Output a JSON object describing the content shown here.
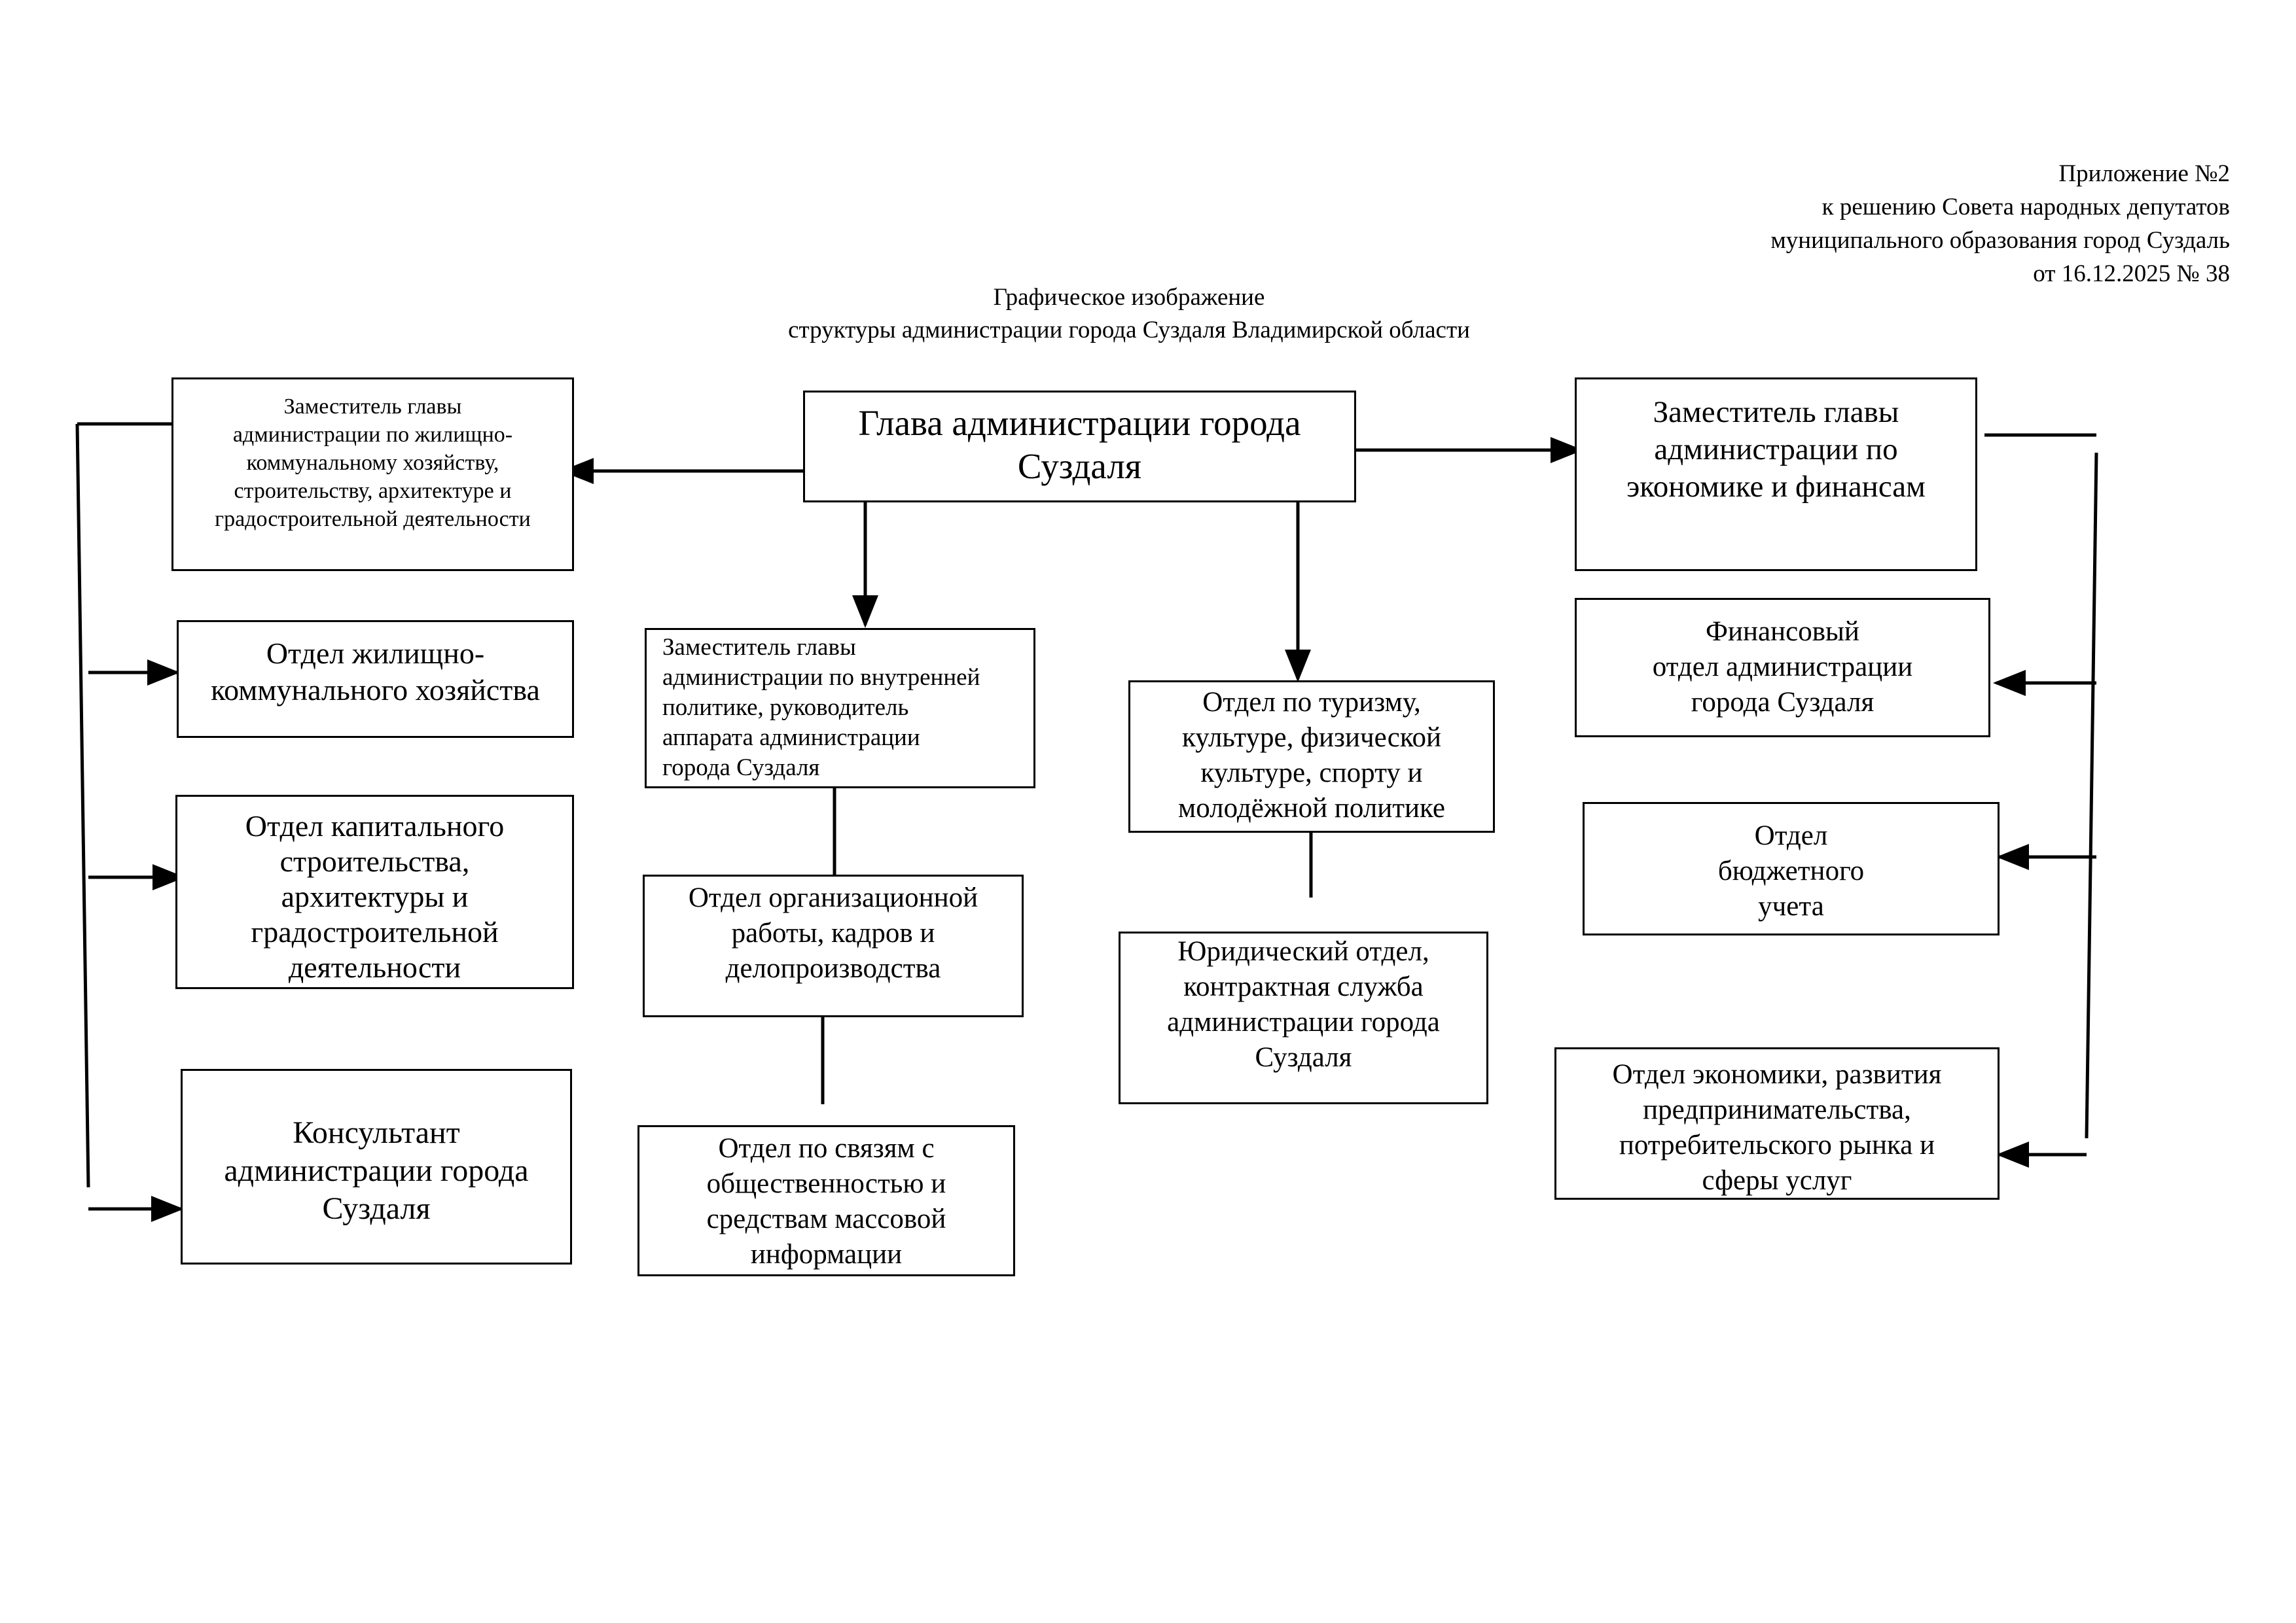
{
  "header": {
    "line1": "Приложение №2",
    "line2": "к решению Совета народных депутатов",
    "line3": "муниципального образования город Суздаль",
    "line4": "от 16.12.2025  № 38"
  },
  "title": {
    "line1": "Графическое изображение",
    "line2": "структуры администрации города Суздаля Владимирской области"
  },
  "boxes": {
    "head": {
      "lines": [
        "Глава администрации города",
        "Суздаля"
      ]
    },
    "deputy_housing": {
      "lines": [
        "Заместитель главы",
        "администрации по жилищно-",
        "коммунальному хозяйству,",
        "строительству, архитектуре и",
        "градостроительной деятельности"
      ]
    },
    "deputy_economy": {
      "lines": [
        "Заместитель главы",
        "администрации по",
        "экономике и финансам"
      ]
    },
    "deputy_internal": {
      "lines": [
        "Заместитель главы",
        "администрации по внутренней",
        "политике, руководитель",
        "аппарата администрации",
        "города Суздаля"
      ]
    },
    "dept_tourism": {
      "lines": [
        "Отдел по туризму,",
        "культуре, физической",
        "культуре, спорту и",
        "молодёжной политике"
      ]
    },
    "dept_housing": {
      "lines": [
        "Отдел жилищно-",
        "коммунального хозяйства"
      ]
    },
    "dept_construction": {
      "lines": [
        "Отдел капитального",
        "строительства,",
        "архитектуры и",
        "градостроительной",
        "деятельности"
      ]
    },
    "consultant": {
      "lines": [
        "Консультант",
        "администрации города",
        "Суздаля"
      ]
    },
    "dept_organization": {
      "lines": [
        "Отдел организационной",
        "работы, кадров и",
        "делопроизводства"
      ]
    },
    "dept_public_relations": {
      "lines": [
        "Отдел по связям с",
        "общественностью и",
        "средствам массовой",
        "информации"
      ]
    },
    "dept_legal": {
      "lines": [
        "Юридический отдел,",
        "контрактная служба",
        "администрации города",
        "Суздаля"
      ]
    },
    "dept_finance": {
      "lines": [
        "Финансовый",
        "отдел администрации",
        "города Суздаля"
      ]
    },
    "dept_budget": {
      "lines": [
        "Отдел",
        "бюджетного",
        "учета"
      ]
    },
    "dept_economics": {
      "lines": [
        "Отдел экономики, развития",
        "предпринимательства,",
        "потребительского рынка и",
        "сферы услуг"
      ]
    }
  }
}
